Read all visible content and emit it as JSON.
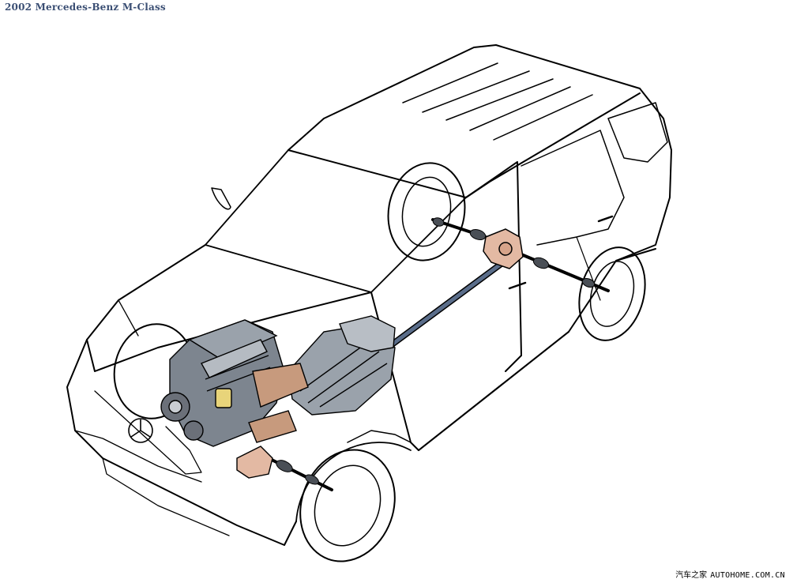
{
  "title": "2002 Mercedes-Benz M-Class",
  "watermark": {
    "site_name": "汽车之家",
    "domain": "AUTOHOME.COM.CN"
  },
  "colors": {
    "line": "#000000",
    "title": "#3a4e73",
    "differential": "#e3b9a3",
    "transmission": "#9aa2ab",
    "engine_block": "#7d858f",
    "manifold": "#c79a7d",
    "driveshaft": "#5a6d8a",
    "oil_cap": "#e8d47a"
  },
  "illustration": {
    "subject": "vehicle-drivetrain-cutaway",
    "components": [
      "engine",
      "transmission",
      "transfer-case",
      "front-differential",
      "rear-differential",
      "driveshaft",
      "half-shafts",
      "wheels"
    ]
  }
}
